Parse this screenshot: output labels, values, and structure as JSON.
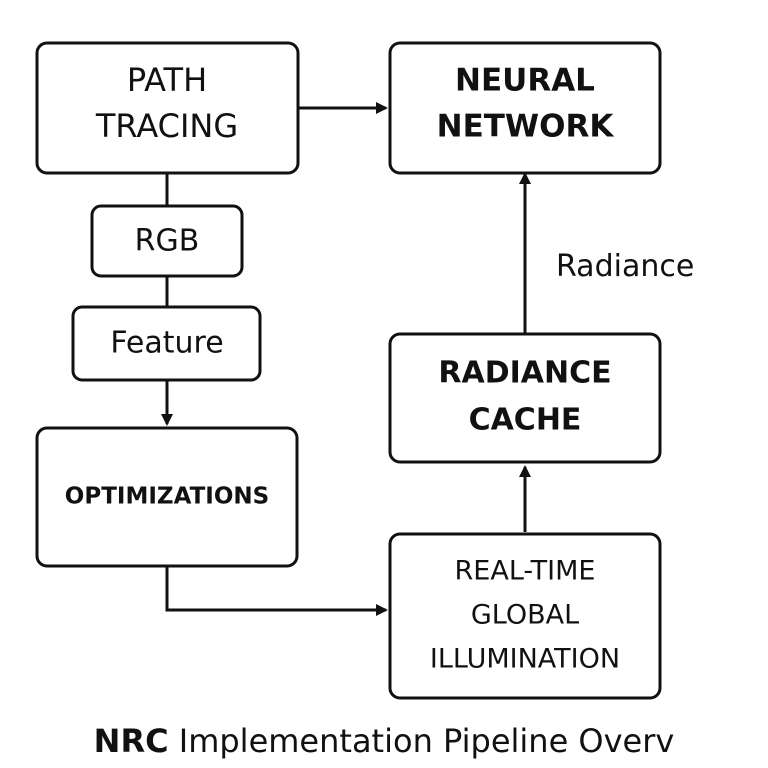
{
  "diagram": {
    "nodes": {
      "path_tracing": {
        "line1": "PATH",
        "line2": "TRACING"
      },
      "rgb": {
        "label": "RGB"
      },
      "feature": {
        "label": "Feature"
      },
      "optimizations": {
        "label": "OPTIMIZATIONS"
      },
      "neural_network": {
        "line1": "NEURAL",
        "line2": "NETWORK"
      },
      "radiance_cache": {
        "line1": "RADIANCE",
        "line2": "CACHE"
      },
      "real_time_gi": {
        "line1": "REAL-TIME",
        "line2": "GLOBAL",
        "line3": "ILLUMINATION"
      }
    },
    "edge_labels": {
      "radiance": "Radiance"
    }
  },
  "caption": {
    "bold": "NRC",
    "rest": " Implementation Pipeline Overv"
  }
}
